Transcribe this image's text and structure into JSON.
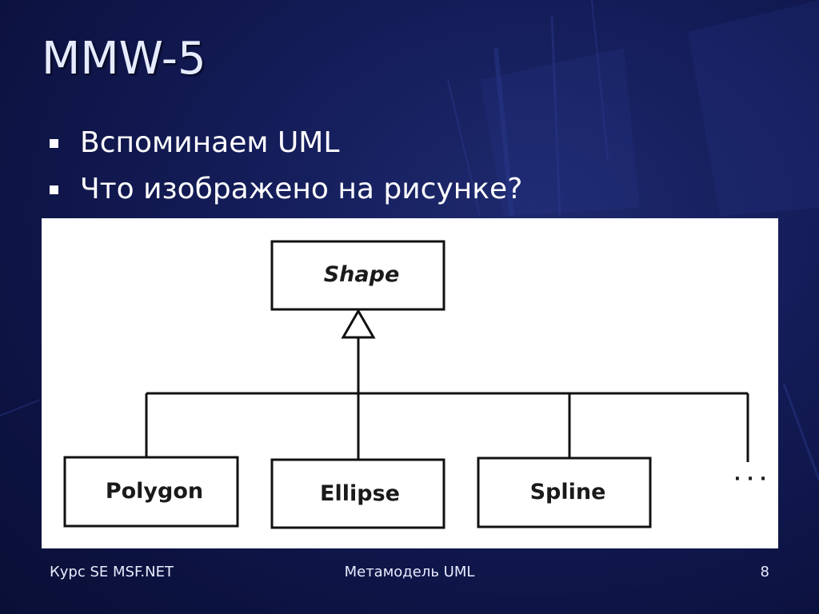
{
  "slide": {
    "title": "MMW-5",
    "bullets": [
      "Вспоминаем UML",
      "Что изображено на рисунке?"
    ]
  },
  "diagram": {
    "superclass": "Shape",
    "subclasses": [
      "Polygon",
      "Ellipse",
      "Spline"
    ],
    "more_marker": "· · ·"
  },
  "footer": {
    "left": "Курс SE MSF.NET",
    "center": "Метамодель UML",
    "page_number": "8"
  },
  "colors": {
    "background": "#141c58",
    "text": "#ffffff",
    "diagram_background": "#ffffff",
    "diagram_stroke": "#111111"
  }
}
